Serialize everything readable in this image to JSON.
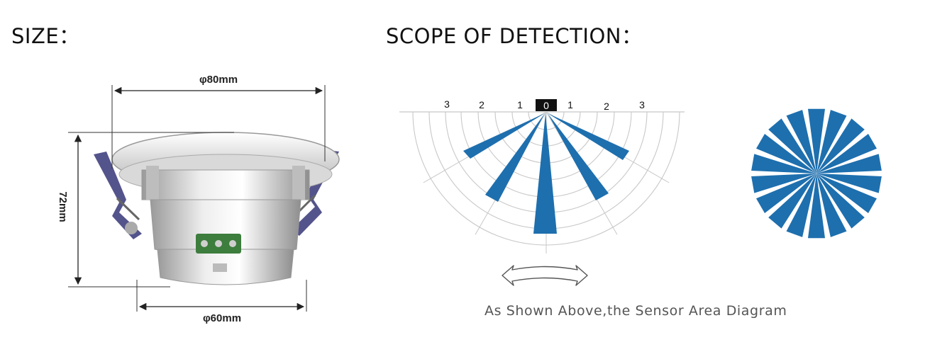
{
  "headings": {
    "size": "SIZE：",
    "scope": "SCOPE OF DETECTION："
  },
  "dimensions": {
    "top_diameter": "φ80mm",
    "height": "72mm",
    "bottom_diameter": "φ60mm"
  },
  "detection_scale": {
    "left": [
      "3",
      "2",
      "1"
    ],
    "center": "0",
    "right": [
      "1",
      "2",
      "3"
    ]
  },
  "caption": "As Shown Above,the Sensor Area Diagram",
  "colors": {
    "beam": "#1e6fae",
    "grid": "#c8c8c8",
    "bracket": "#4b4b86"
  },
  "icons": [
    "sensor-product-image",
    "rotation-double-arrow-icon",
    "radial-top-view-icon"
  ]
}
